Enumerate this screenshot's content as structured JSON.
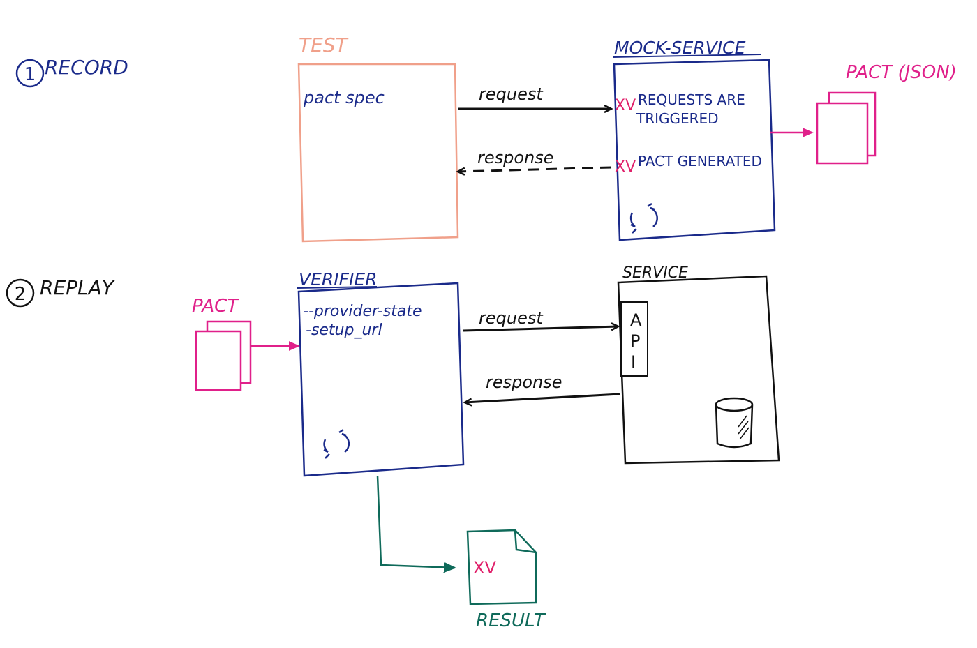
{
  "colors": {
    "navy": "#1a2a8a",
    "salmon": "#f0a08a",
    "magenta": "#e0208a",
    "black": "#111111",
    "teal": "#0f6a5a",
    "red_x": "#e0206a"
  },
  "record": {
    "step_number": "1",
    "step_label": "RECORD",
    "test_box": {
      "title": "TEST",
      "body": "pact spec"
    },
    "request_label": "request",
    "response_label": "response",
    "mock_service": {
      "title": "MOCK-SERVICE",
      "check_mark": "XV",
      "item_1_line_1": "REQUESTS ARE",
      "item_1_line_2": "TRIGGERED",
      "item_2": "PACT GENERATED",
      "icon": "refresh-icon"
    },
    "pact_output_label": "PACT (JSON)"
  },
  "replay": {
    "step_number": "2",
    "step_label": "REPLAY",
    "pact_input_label": "PACT",
    "verifier": {
      "title": "VERIFIER",
      "line_1": "--provider-state",
      "line_2": "-setup_url",
      "icon": "refresh-icon"
    },
    "request_label": "request",
    "response_label": "response",
    "service": {
      "title": "SERVICE",
      "api_letters": [
        "A",
        "P",
        "I"
      ],
      "db_icon": "database-icon"
    },
    "result": {
      "mark": "XV",
      "label": "RESULT"
    }
  }
}
